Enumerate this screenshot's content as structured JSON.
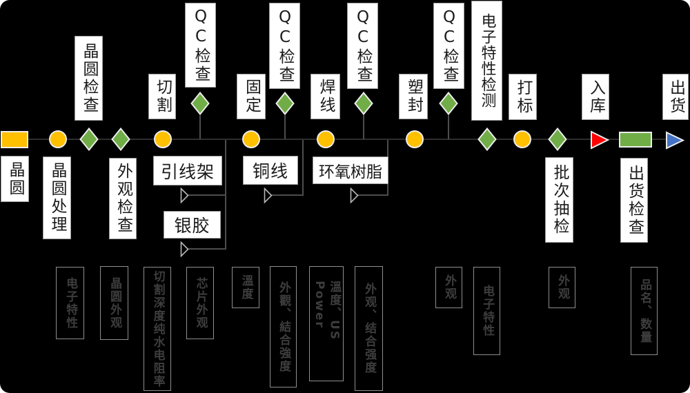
{
  "colors": {
    "background": "#000000",
    "yellow": "#FFC000",
    "green": "#70AD47",
    "red": "#FF0000",
    "blue": "#4472C4",
    "shape_border": "#EDEDED",
    "label_bg": "#FFFFFF",
    "label_border": "#9B9B9B",
    "label_text": "#1A1A1A",
    "main_line": "#2E2E2E",
    "branch_line": "#4D4D4D",
    "annotation_border": "#8F8F8F",
    "annotation_text": "#3D3D3D"
  },
  "process_labels": {
    "wafer": "晶圆",
    "wafer_processing": "晶圆处理",
    "wafer_inspection": "晶圆检查",
    "visual_inspection": "外观检查",
    "dicing": "切割",
    "qc_check": "QC检查",
    "die_attach": "固定",
    "wire_bonding": "焊线",
    "molding": "塑封",
    "electrical_test": "电子特性检测",
    "marking": "打标",
    "batch_sampling": "批次抽检",
    "warehousing": "入库",
    "shipping_inspection": "出货检查",
    "shipping": "出货"
  },
  "materials": {
    "lead_frame": "引线架",
    "silver_epoxy": "银胶",
    "copper_wire": "铜线",
    "epoxy_resin": "环氧树脂"
  },
  "annotations": [
    {
      "text": "电子特性"
    },
    {
      "text": "晶圆外观"
    },
    {
      "text": "切割深度纯水电阻率"
    },
    {
      "text": "芯片外观"
    },
    {
      "text": "溫度"
    },
    {
      "text": "外觀、結合強度"
    },
    {
      "text": "溫度、US Power"
    },
    {
      "text": "外观、结合强度"
    },
    {
      "text": "外观"
    },
    {
      "text": "电子特性"
    },
    {
      "text": "外观"
    },
    {
      "text": "品名、数量"
    }
  ]
}
